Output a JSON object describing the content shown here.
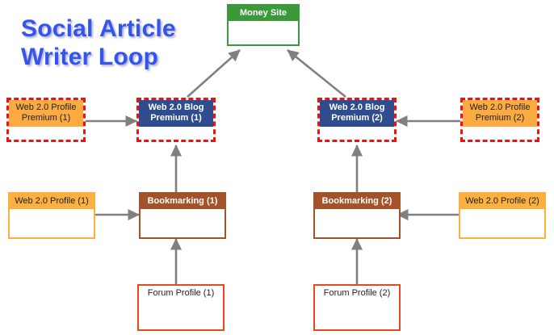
{
  "title": {
    "text": "Social Article\nWriter Loop",
    "color": "#3355ee"
  },
  "palette": {
    "money_green": "#3a9a3a",
    "blog_blue": "#2f4c8f",
    "premium_dashed_red": "#ee1111",
    "profile_orange": "#fbb040",
    "bookmark_brown": "#a4522a",
    "forum_orange_red": "#e8481c",
    "arrow_gray": "#808080",
    "background": "#ffffff"
  },
  "nodes": {
    "money_site": {
      "label": "Money Site"
    },
    "blog_premium_1": {
      "label": "Web 2.0 Blog\nPremium (1)"
    },
    "blog_premium_2": {
      "label": "Web 2.0 Blog\nPremium (2)"
    },
    "profile_premium_1": {
      "label": "Web 2.0 Profile\nPremium (1)"
    },
    "profile_premium_2": {
      "label": "Web 2.0 Profile\nPremium (2)"
    },
    "profile_1": {
      "label": "Web 2.0 Profile (1)"
    },
    "profile_2": {
      "label": "Web 2.0 Profile (2)"
    },
    "bookmarking_1": {
      "label": "Bookmarking (1)"
    },
    "bookmarking_2": {
      "label": "Bookmarking (2)"
    },
    "forum_profile_1": {
      "label": "Forum Profile (1)"
    },
    "forum_profile_2": {
      "label": "Forum Profile (2)"
    }
  },
  "edges": [
    {
      "name": "blog-premium-1-to-money-site",
      "from": "blog_premium_1",
      "to": "money_site"
    },
    {
      "name": "blog-premium-2-to-money-site",
      "from": "blog_premium_2",
      "to": "money_site"
    },
    {
      "name": "profile-premium-1-to-blog-premium-1",
      "from": "profile_premium_1",
      "to": "blog_premium_1"
    },
    {
      "name": "profile-premium-2-to-blog-premium-2",
      "from": "profile_premium_2",
      "to": "blog_premium_2"
    },
    {
      "name": "bookmarking-1-to-blog-premium-1",
      "from": "bookmarking_1",
      "to": "blog_premium_1"
    },
    {
      "name": "bookmarking-2-to-blog-premium-2",
      "from": "bookmarking_2",
      "to": "blog_premium_2"
    },
    {
      "name": "profile-1-to-bookmarking-1",
      "from": "profile_1",
      "to": "bookmarking_1"
    },
    {
      "name": "profile-2-to-bookmarking-2",
      "from": "profile_2",
      "to": "bookmarking_2"
    },
    {
      "name": "forum-profile-1-to-bookmarking-1",
      "from": "forum_profile_1",
      "to": "bookmarking_1"
    },
    {
      "name": "forum-profile-2-to-bookmarking-2",
      "from": "forum_profile_2",
      "to": "bookmarking_2"
    }
  ]
}
